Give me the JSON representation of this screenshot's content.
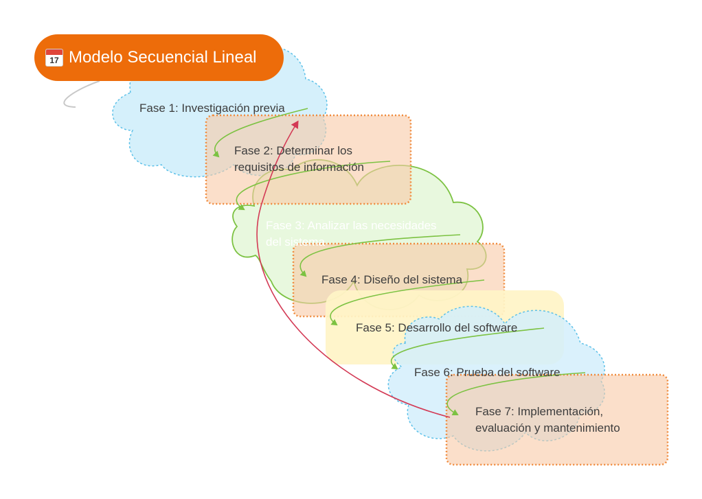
{
  "title": {
    "text": "Modelo Secuencial Lineal",
    "icon": "calendar-icon",
    "icon_number": "17",
    "color": "#ed6c0a"
  },
  "phases": [
    {
      "lines": [
        "Fase 1: Investigación previa"
      ],
      "shape": "cloud",
      "fill": "#d3effb",
      "stroke": "#5bc0e8"
    },
    {
      "lines": [
        "Fase 2: Determinar los",
        "requisitos de información"
      ],
      "shape": "rect",
      "fill": "#fde2cc",
      "stroke": "#f08a3c"
    },
    {
      "lines": [
        "Fase 3: Analizar las necesidades",
        "del sistema"
      ],
      "shape": "cloud",
      "fill": "#e6f7da",
      "stroke": "#7cc242"
    },
    {
      "lines": [
        "Fase 4: Diseño del sistema"
      ],
      "shape": "rect",
      "fill": "#fde2cc",
      "stroke": "#f08a3c"
    },
    {
      "lines": [
        "Fase 5: Desarrollo del software"
      ],
      "shape": "rounded",
      "fill": "#fff4c7",
      "stroke": "#fff4c7"
    },
    {
      "lines": [
        "Fase 6: Prueba del software"
      ],
      "shape": "cloud",
      "fill": "#d3effb",
      "stroke": "#5bc0e8"
    },
    {
      "lines": [
        "Fase 7: Implementación,",
        "evaluación y mantenimiento"
      ],
      "shape": "rect",
      "fill": "#fde2cc",
      "stroke": "#f08a3c"
    }
  ],
  "colors": {
    "flow_arrow": "#7cc242",
    "return_arrow": "#d33a55",
    "connector": "#c8c8c8"
  }
}
